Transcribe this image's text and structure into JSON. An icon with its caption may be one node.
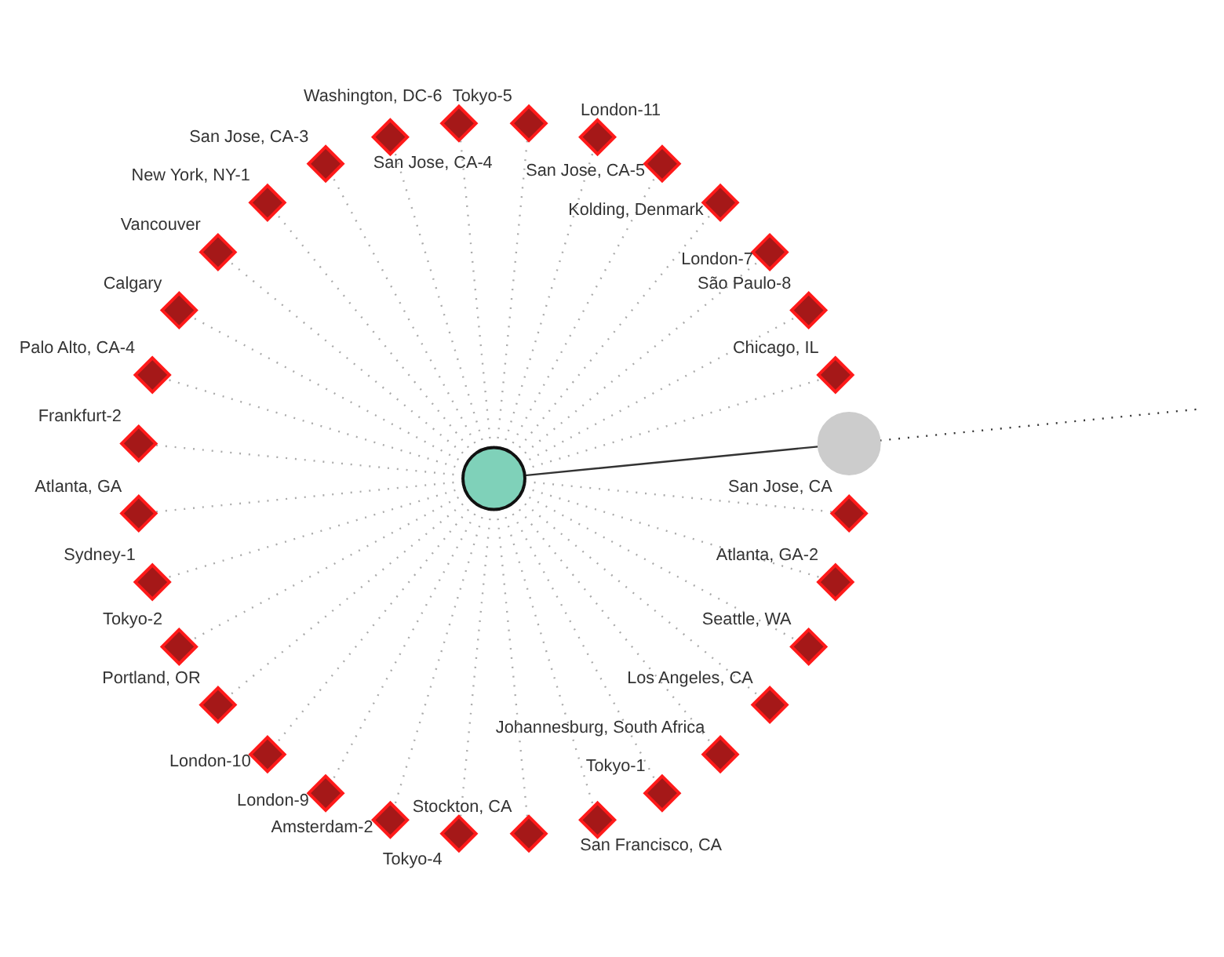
{
  "diagram": {
    "nodes": [
      {
        "text": [],
        "shape": "circle"
      },
      {
        "text": [],
        "shape": "circle"
      },
      {
        "text": [
          "Chicago, IL"
        ]
      },
      {
        "text": [
          "São Paulo-8"
        ]
      },
      {
        "text": [
          "London-7"
        ]
      },
      {
        "text": [
          "Kolding, Denmark"
        ]
      },
      {
        "text": [
          "San Jose, CA-5"
        ]
      },
      {
        "text": [
          "London-11"
        ]
      },
      {
        "text": [
          "Tokyo-5"
        ]
      },
      {
        "text": [
          "Washington, DC-6"
        ]
      },
      {
        "text": [
          "San Jose, CA-4"
        ]
      },
      {
        "text": [
          "San Jose, CA-3"
        ]
      },
      {
        "text": [
          "New York, NY-1"
        ]
      },
      {
        "text": [
          "Vancouver"
        ]
      },
      {
        "text": [
          "Calgary"
        ]
      },
      {
        "text": [
          "Palo Alto, CA-4"
        ]
      },
      {
        "text": [
          "Frankfurt-2"
        ]
      },
      {
        "text": [
          "Atlanta, GA"
        ]
      },
      {
        "text": [
          "Sydney-1"
        ]
      },
      {
        "text": [
          "Tokyo-2"
        ]
      },
      {
        "text": [
          "Portland, OR"
        ]
      },
      {
        "text": [
          "London-10"
        ]
      },
      {
        "text": [
          "London-9"
        ]
      },
      {
        "text": [
          "Amsterdam-2"
        ]
      },
      {
        "text": [
          "Tokyo-4"
        ]
      },
      {
        "text": [
          "Stockton, CA"
        ]
      },
      {
        "text": [
          "San Francisco, CA"
        ]
      },
      {
        "text": [
          "Tokyo-1"
        ]
      },
      {
        "text": [
          "Johannesburg, South Africa"
        ]
      },
      {
        "text": [
          "Los Angeles, CA"
        ]
      },
      {
        "text": [
          "Seattle, WA"
        ]
      },
      {
        "text": [
          "Atlanta, GA-2"
        ]
      },
      {
        "text": [
          "San Jose, CA"
        ]
      }
    ],
    "edges": [
      {
        "from": 0,
        "to": 1,
        "arrow": "none",
        "color": "#333333"
      },
      {
        "from": 1,
        "to": null,
        "arrow": "none",
        "style": "dashed",
        "color": "#333333"
      },
      {
        "from": 0,
        "to": 2,
        "arrow": "none",
        "style": "dashed"
      },
      {
        "from": 0,
        "to": 3,
        "arrow": "none",
        "style": "dashed"
      },
      {
        "from": 0,
        "to": 4,
        "arrow": "none",
        "style": "dashed"
      },
      {
        "from": 0,
        "to": 5,
        "arrow": "none",
        "style": "dashed"
      },
      {
        "from": 0,
        "to": 6,
        "arrow": "none",
        "style": "dashed"
      },
      {
        "from": 0,
        "to": 7,
        "arrow": "none",
        "style": "dashed"
      },
      {
        "from": 0,
        "to": 8,
        "arrow": "none",
        "style": "dashed"
      },
      {
        "from": 0,
        "to": 9,
        "arrow": "none",
        "style": "dashed"
      },
      {
        "from": 0,
        "to": 10,
        "arrow": "none",
        "style": "dashed"
      },
      {
        "from": 0,
        "to": 11,
        "arrow": "none",
        "style": "dashed"
      },
      {
        "from": 0,
        "to": 12,
        "arrow": "none",
        "style": "dashed"
      },
      {
        "from": 0,
        "to": 13,
        "arrow": "none",
        "style": "dashed"
      },
      {
        "from": 0,
        "to": 14,
        "arrow": "none",
        "style": "dashed"
      },
      {
        "from": 0,
        "to": 15,
        "arrow": "none",
        "style": "dashed"
      },
      {
        "from": 0,
        "to": 16,
        "arrow": "none",
        "style": "dashed"
      },
      {
        "from": 0,
        "to": 17,
        "arrow": "none",
        "style": "dashed"
      },
      {
        "from": 0,
        "to": 18,
        "arrow": "none",
        "style": "dashed"
      },
      {
        "from": 0,
        "to": 19,
        "arrow": "none",
        "style": "dashed"
      },
      {
        "from": 0,
        "to": 20,
        "arrow": "none",
        "style": "dashed"
      },
      {
        "from": 0,
        "to": 21,
        "arrow": "none",
        "style": "dashed"
      },
      {
        "from": 0,
        "to": 22,
        "arrow": "none",
        "style": "dashed"
      },
      {
        "from": 0,
        "to": 23,
        "arrow": "none",
        "style": "dashed"
      },
      {
        "from": 0,
        "to": 24,
        "arrow": "none",
        "style": "dashed"
      },
      {
        "from": 0,
        "to": 25,
        "arrow": "none",
        "style": "dashed"
      },
      {
        "from": 0,
        "to": 26,
        "arrow": "none",
        "style": "dashed"
      },
      {
        "from": 0,
        "to": 27,
        "arrow": "none",
        "style": "dashed"
      },
      {
        "from": 0,
        "to": 28,
        "arrow": "none",
        "style": "dashed"
      },
      {
        "from": 0,
        "to": 29,
        "arrow": "none",
        "style": "dashed"
      },
      {
        "from": 0,
        "to": 30,
        "arrow": "none",
        "style": "dashed"
      },
      {
        "from": 0,
        "to": 31,
        "arrow": "none",
        "style": "dashed"
      },
      {
        "from": 0,
        "to": 32,
        "arrow": "none",
        "style": "dashed"
      }
    ]
  }
}
